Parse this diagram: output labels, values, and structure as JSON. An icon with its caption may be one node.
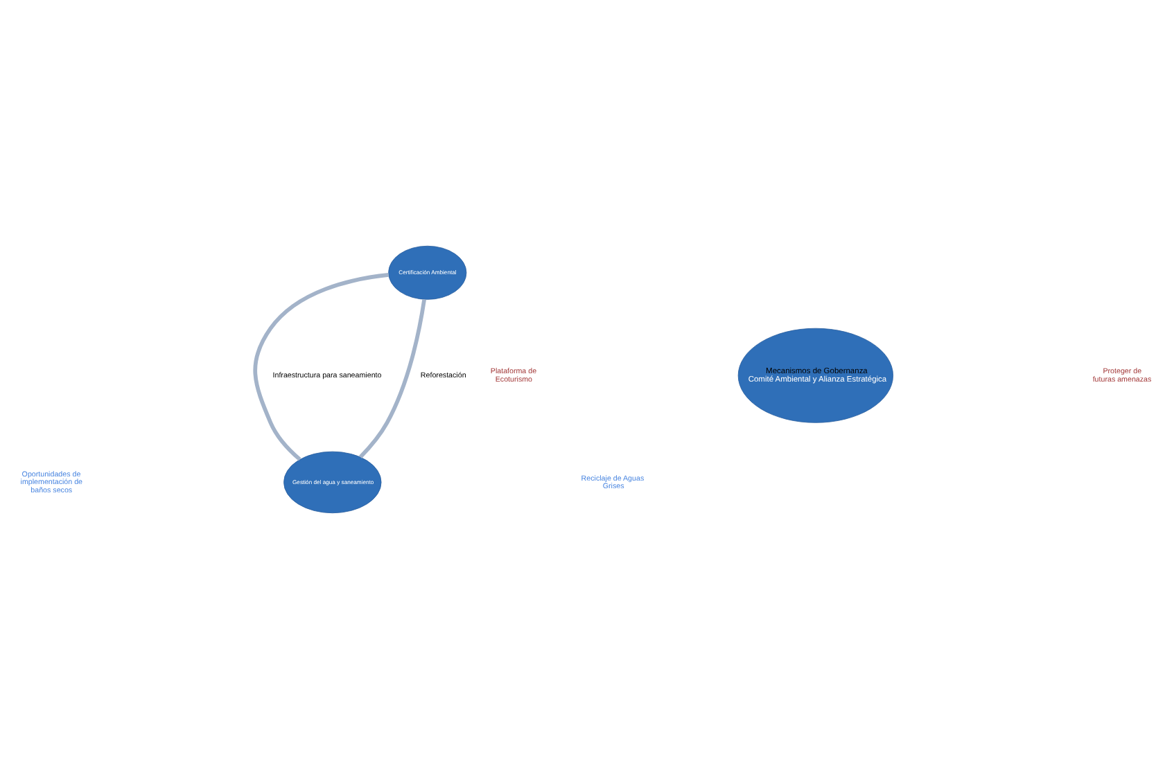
{
  "diagram": {
    "nodes": [
      {
        "text": [
          "Certificación Ambiental"
        ]
      },
      {
        "text": [
          "Mecanismos de Gobernanza",
          "Comité Ambiental y Alianza Estratégica"
        ]
      },
      {
        "text": [
          "Gestión del agua y saneamiento"
        ]
      }
    ],
    "edges": [
      {
        "from": 0,
        "to": 2,
        "arrow": "none",
        "label": "Infraestructura para saneamiento"
      },
      {
        "from": 0,
        "to": 2,
        "arrow": "none",
        "label": "Reforestación"
      }
    ],
    "labels": [
      "Plataforma de Ecoturismo",
      "Proteger de futuras amenazas",
      "Oportunidades de implementación de baños secos",
      "Reciclaje de Aguas Grises"
    ]
  }
}
